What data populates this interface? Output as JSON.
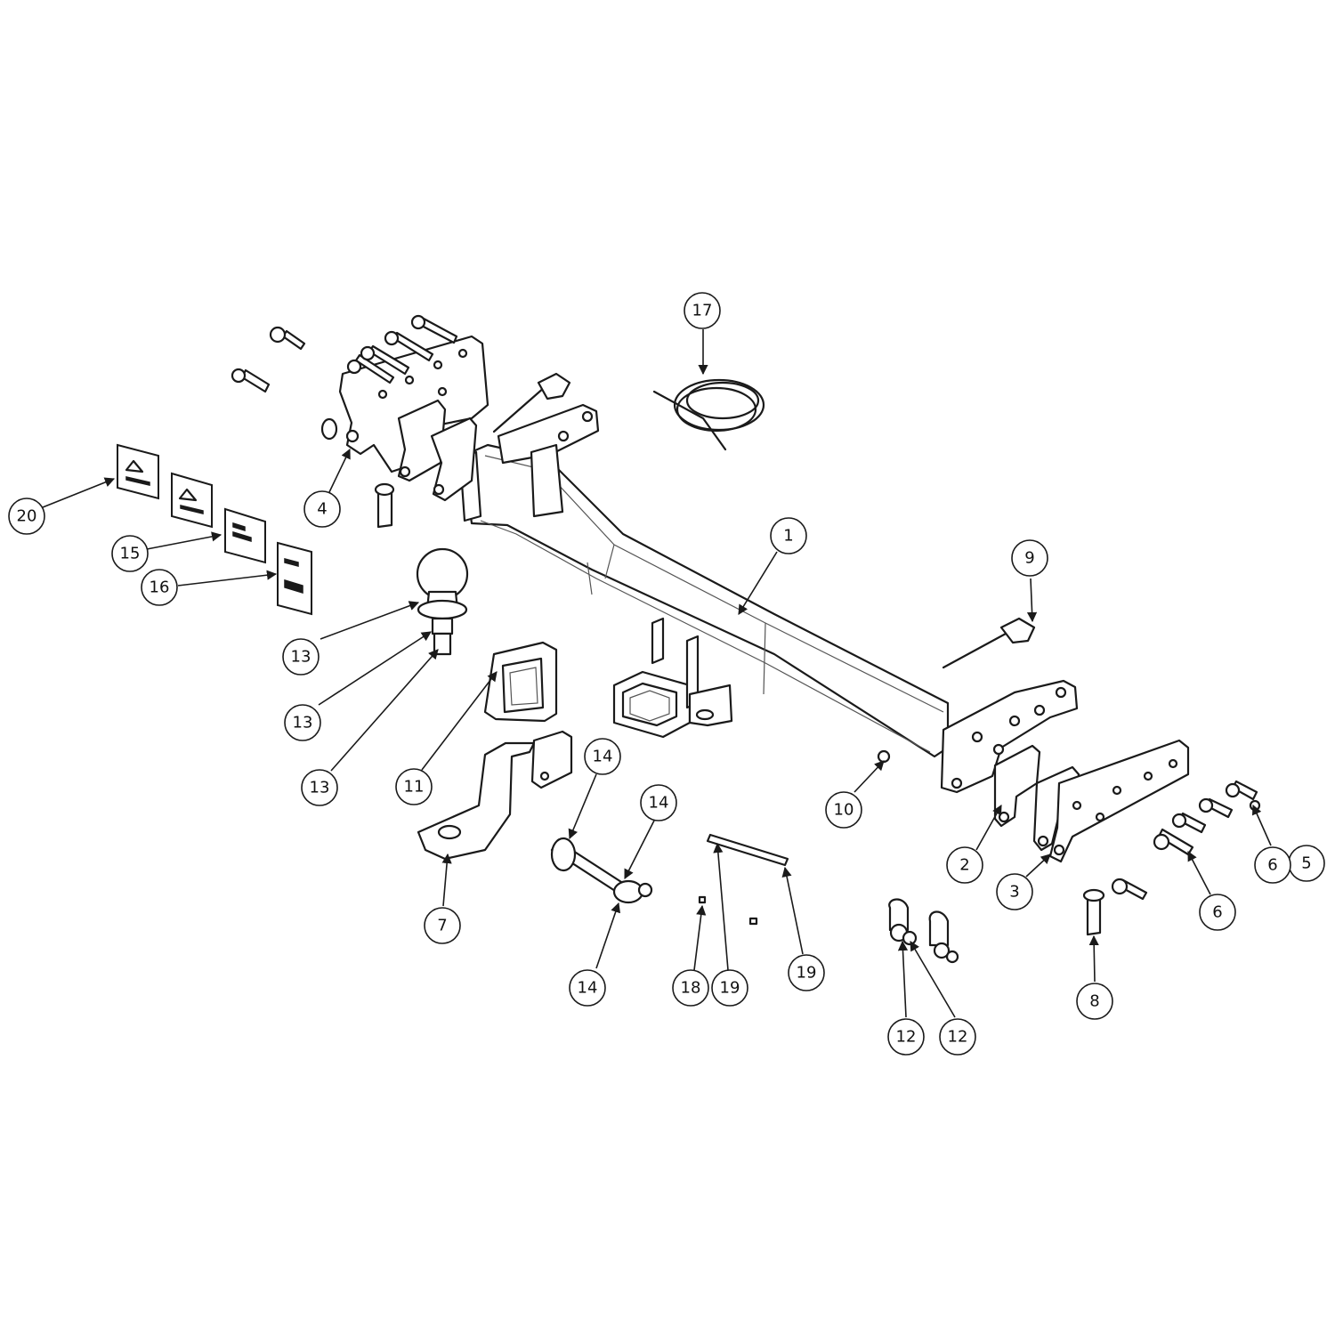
{
  "callouts": [
    {
      "id": "c1",
      "text": "1"
    },
    {
      "id": "c2",
      "text": "2"
    },
    {
      "id": "c3",
      "text": "3"
    },
    {
      "id": "c4",
      "text": "4"
    },
    {
      "id": "c5",
      "text": "5"
    },
    {
      "id": "c6a",
      "text": "6"
    },
    {
      "id": "c6b",
      "text": "6"
    },
    {
      "id": "c7",
      "text": "7"
    },
    {
      "id": "c8",
      "text": "8"
    },
    {
      "id": "c9",
      "text": "9"
    },
    {
      "id": "c10",
      "text": "10"
    },
    {
      "id": "c11",
      "text": "11"
    },
    {
      "id": "c12a",
      "text": "12"
    },
    {
      "id": "c12b",
      "text": "12"
    },
    {
      "id": "c13a",
      "text": "13"
    },
    {
      "id": "c13b",
      "text": "13"
    },
    {
      "id": "c13c",
      "text": "13"
    },
    {
      "id": "c14a",
      "text": "14"
    },
    {
      "id": "c14b",
      "text": "14"
    },
    {
      "id": "c14c",
      "text": "14"
    },
    {
      "id": "c15",
      "text": "15"
    },
    {
      "id": "c16",
      "text": "16"
    },
    {
      "id": "c17",
      "text": "17"
    },
    {
      "id": "c18",
      "text": "18"
    },
    {
      "id": "c19a",
      "text": "19"
    },
    {
      "id": "c19b",
      "text": "19"
    },
    {
      "id": "c20",
      "text": "20"
    }
  ]
}
